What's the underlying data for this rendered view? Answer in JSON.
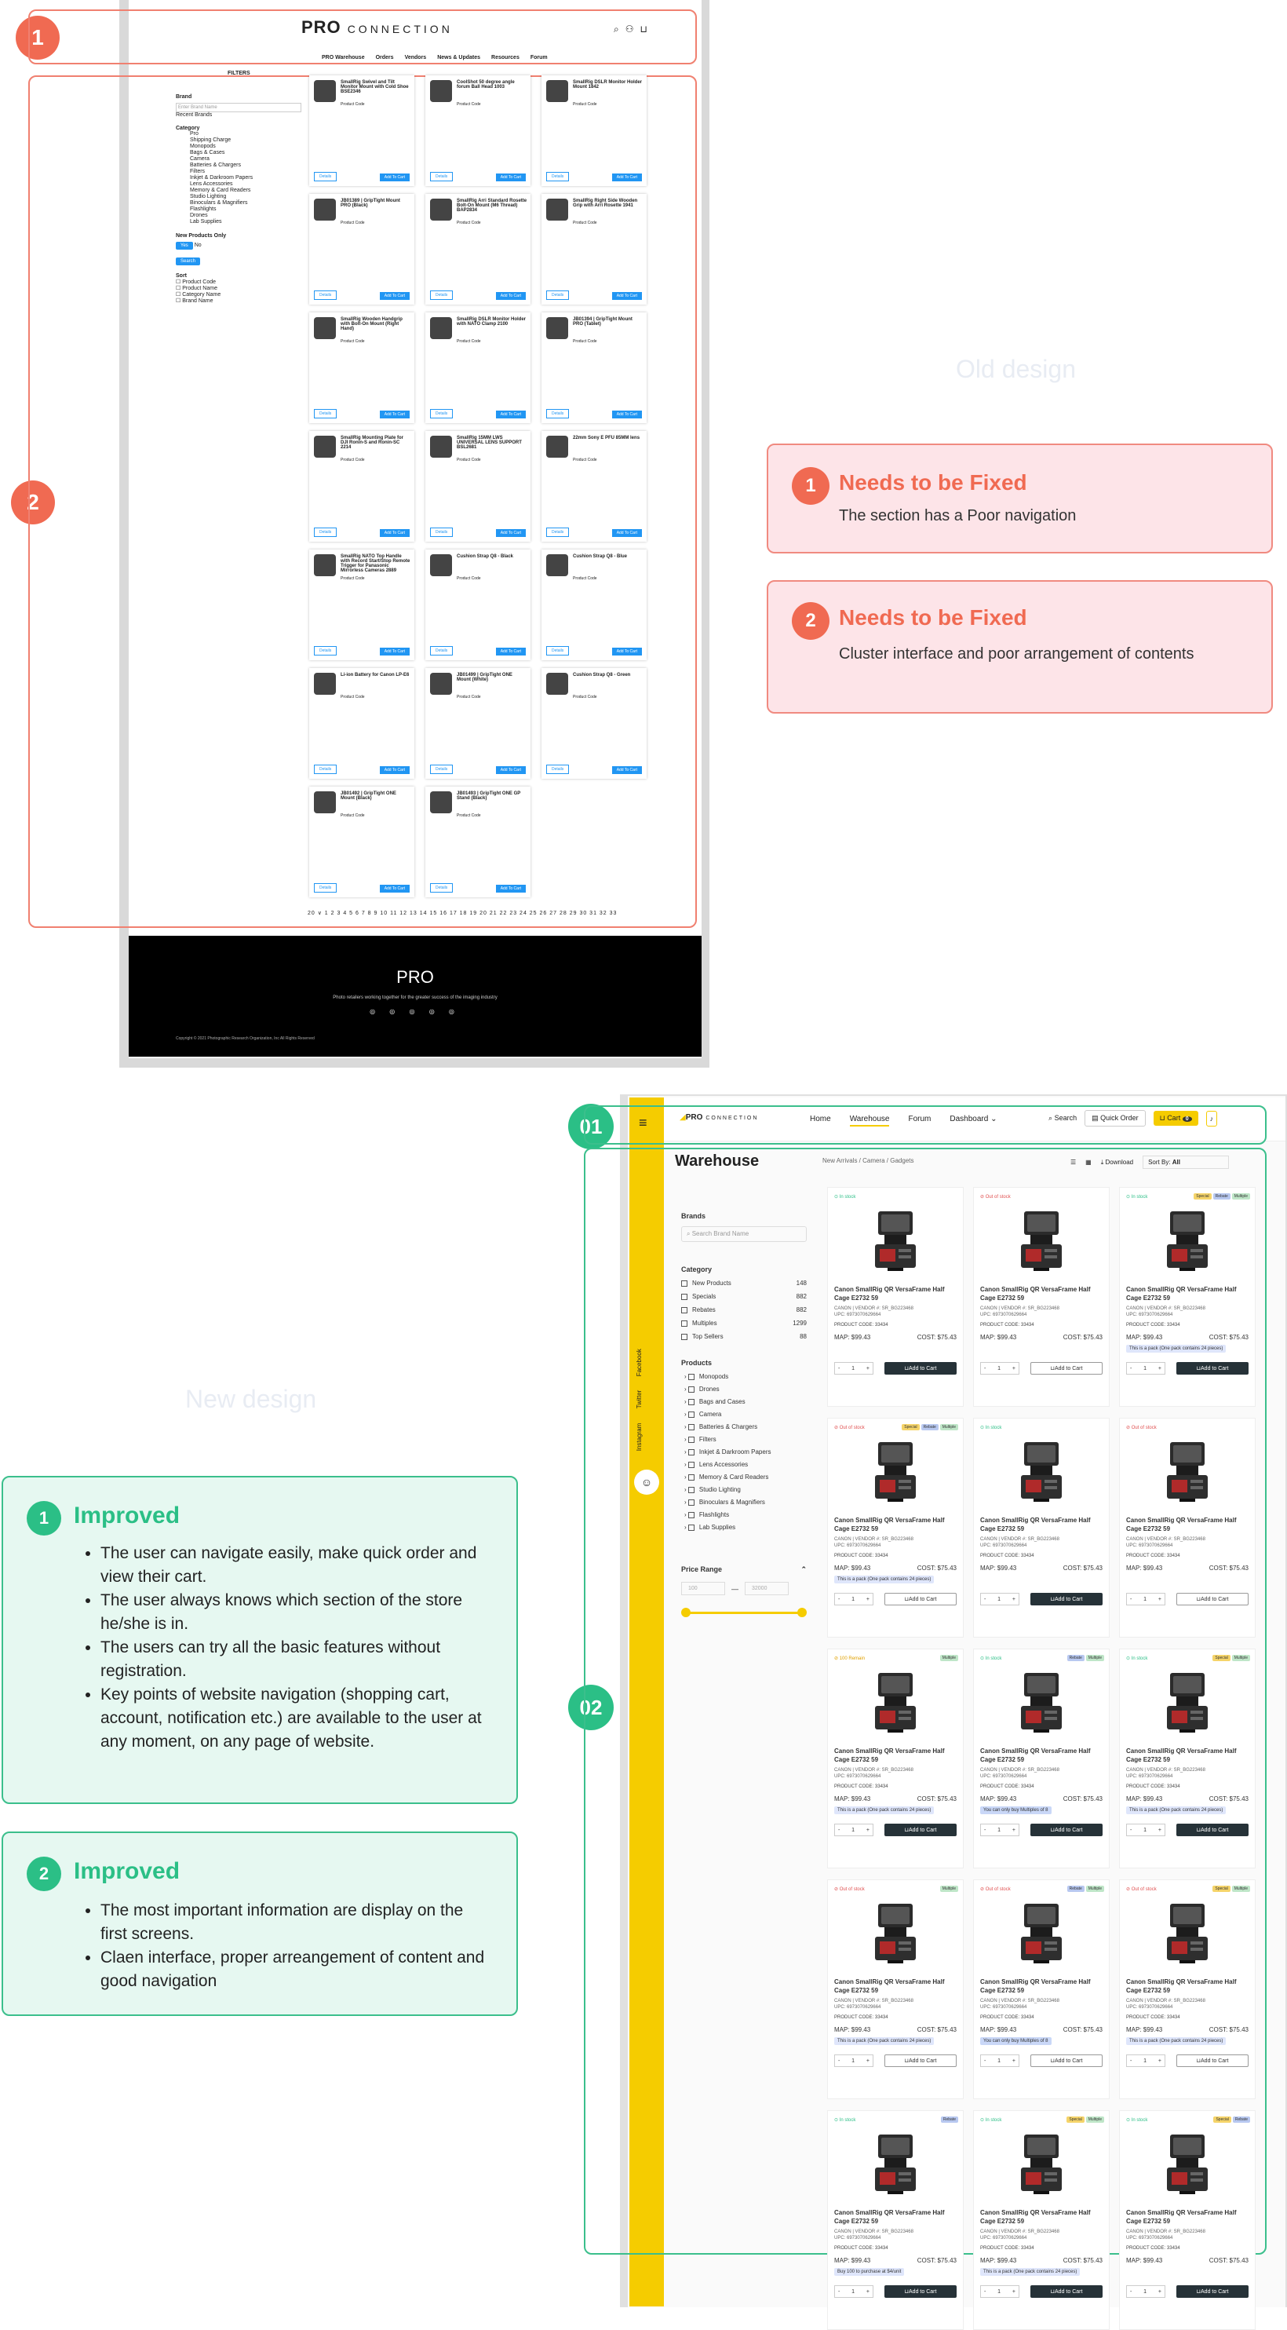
{
  "callouts": {
    "old1": "1",
    "old2": "2",
    "new1": "01",
    "new2": "02"
  },
  "labels": {
    "old_design": "Old design",
    "new_design": "New design"
  },
  "old": {
    "logo_bold": "PRO",
    "logo_light": "CONNECTION",
    "nav": [
      "PRO Warehouse",
      "Orders",
      "Vendors",
      "News & Updates",
      "Resources",
      "Forum"
    ],
    "filters": "FILTERS",
    "sidebar": {
      "brand": "Brand",
      "brand_ph": "Enter Brand Name",
      "recent": "Recent Brands",
      "category": "Category",
      "cats": [
        "Pro",
        "Shipping Charge",
        "Monopods",
        "Bags & Cases",
        "Camera",
        "Batteries & Chargers",
        "Filters",
        "Inkjet & Darkroom Papers",
        "Lens Accessories",
        "Memory & Card Readers",
        "Studio Lighting",
        "Binoculars & Magnifiers",
        "Flashlights",
        "Drones",
        "Lab Supplies"
      ],
      "new_only": "New Products Only",
      "yes": "Yes",
      "no": "No",
      "search": "Search",
      "sort": "Sort",
      "sorts": [
        "Product Code",
        "Product Name",
        "Category Name",
        "Brand Name"
      ]
    },
    "products": [
      "SmallRig Swivel and Tilt Monitor Mount with Cold Shoe BSE2346",
      "CoolShot 50 degree angle forum Ball Head 1003",
      "SmallRig DSLR Monitor Holder Mount 1842",
      "JB01389 | GripTight Mount PRO (Black)",
      "SmallRig Arri Standard Rosette Bolt-On Mount (M6 Thread) BAP2834",
      "SmallRig Right Side Wooden Grip with Arri Rosette 1941",
      "SmallRig Wooden Handgrip with Bolt-On Mount (Right Hand)",
      "SmallRig DSLR Monitor Holder with NATO Clamp 2100",
      "JB01394 | GripTight Mount PRO (Tablet)",
      "SmallRig Mounting Plate for DJI Ronin-S and Ronin-SC 2214",
      "SmallRig 15MM LWS UNIVERSAL LENS SUPPORT BSL2681",
      "22mm Sony E PFU 85MM lens",
      "SmallRig NATO Top Handle with Record Start/Stop Remote Trigger for Panasonic Mirrorless Cameras 2889",
      "Cushion Strap Q8 - Black",
      "Cushion Strap Q8 - Blue",
      "Li-ion Battery for Canon LP-E6",
      "JB01499 | GripTight ONE Mount (White)",
      "Cushion Strap Q8 - Green",
      "JB01492 | GripTight ONE Mount (Black)",
      "JB01493 | GripTight ONE GP Stand (Black)"
    ],
    "card": {
      "code_label": "Product Code",
      "details": "Details",
      "add": "Add To Cart"
    },
    "pagination": "20  ∨  1 2 3 4 5 6 7 8 9 10 11 12 13 14 15 16 17 18 19 20 21 22 23 24 25 26 27 28 29 30 31 32 33",
    "footer": {
      "logo": "PRO",
      "tagline": "Photo retailers working together for the greater success of the imaging industry",
      "social": "◎ ◎ ◎ ◎ ◎",
      "copyright": "Copyright © 2021 Photographic Research Organization, Inc All Rights Reserved"
    }
  },
  "fix": [
    {
      "num": "1",
      "title": "Needs to be Fixed",
      "desc": "The section has a Poor navigation"
    },
    {
      "num": "2",
      "title": "Needs to be Fixed",
      "desc": "Cluster interface and poor arrangement of contents"
    }
  ],
  "improved": [
    {
      "num": "1",
      "title": "Improved",
      "items": [
        "The user can navigate easily, make quick order and view their cart.",
        "The user always knows which section of the store he/she is in.",
        "The users can try all the basic features without registration.",
        "Key points of website navigation (shopping cart, account, notification etc.) are available to the user at any moment, on any page of website."
      ]
    },
    {
      "num": "2",
      "title": "Improved",
      "items": [
        "The most important information are display on the first screens.",
        "Claen interface, proper arreangement of content and good navigation"
      ]
    }
  ],
  "new": {
    "logo_bold": "PRO",
    "logo_light": "CONNECTION",
    "nav": [
      "Home",
      "Warehouse",
      "Forum",
      "Dashboard"
    ],
    "search": "Search",
    "quick_order": "Quick Order",
    "cart": "Cart",
    "cart_count": "0",
    "social": [
      "Instagram",
      "Twitter",
      "Facebook"
    ],
    "title": "Warehouse",
    "breadcrumb": "New Arrivals  /  Camera  /  Gadgets",
    "download": "Download",
    "sort_label": "Sort By:",
    "sort_value": "All",
    "brands": "Brands",
    "brand_ph": "Search Brand Name",
    "category": "Category",
    "cats": [
      {
        "n": "New Products",
        "c": "148"
      },
      {
        "n": "Specials",
        "c": "882"
      },
      {
        "n": "Rebates",
        "c": "882"
      },
      {
        "n": "Multiples",
        "c": "1299"
      },
      {
        "n": "Top Sellers",
        "c": "88"
      }
    ],
    "products_h": "Products",
    "prods": [
      "Monopods",
      "Drones",
      "Bags and Cases",
      "Camera",
      "Batteries & Chargers",
      "Filters",
      "Inkjet & Darkroom Papers",
      "Lens Accessories",
      "Memory & Card Readers",
      "Studio Lighting",
      "Binoculars & Magnifiers",
      "Flashlights",
      "Lab Supplies"
    ],
    "price_range": "Price Range",
    "price_min": "100",
    "price_max": "32000",
    "card": {
      "name": "Canon SmallRig QR VersaFrame Half Cage E2732 59",
      "meta1": "CANON | VENDOR #: SR_BG223468",
      "meta2": "UPC: 6973070629664",
      "code": "PRODUCT CODE: 33434",
      "map": "MAP:  $99.43",
      "cost": "COST:  $75.43",
      "qty": "1",
      "add": "Add to Cart"
    },
    "status": {
      "in": "In stock",
      "out": "Out of stock",
      "few": "100 Remain"
    },
    "tag_names": {
      "special": "Special",
      "rebate": "Rebate",
      "multiple": "Multiple"
    },
    "notes": {
      "pack": "This is a pack  (One pack contains 24 pieces)",
      "mult": "You can only buy Multiples of 8",
      "buy": "Buy 100 to purchase at $4/unit"
    }
  }
}
